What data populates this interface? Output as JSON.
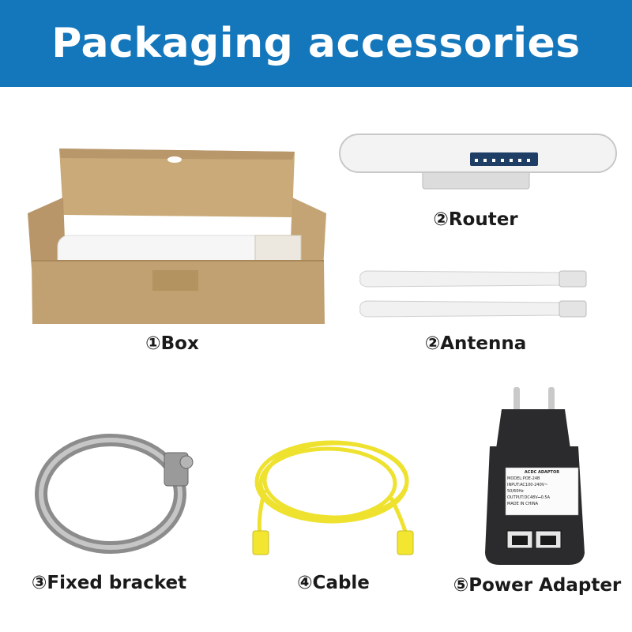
{
  "header": {
    "title": "Packaging accessories"
  },
  "items": [
    {
      "label": "①Box"
    },
    {
      "label": "②Router"
    },
    {
      "label": "②Antenna"
    },
    {
      "label": "③Fixed bracket"
    },
    {
      "label": "④Cable"
    },
    {
      "label": "⑤Power Adapter"
    }
  ],
  "adapter_sticker": {
    "line1": "ACDC ADAPTOR",
    "line2": "MODEL:POE-24B",
    "line3": "INPUT:AC100-240V~",
    "line4": "50/60Hz",
    "line5": "OUTPUT:DC48V⎓0.5A",
    "line6": "MADE IN CHINA"
  },
  "colors": {
    "header_bg": "#1577bb",
    "box": "#bf9f6e",
    "cable": "#f2e630",
    "adapter": "#2b2b2d"
  }
}
